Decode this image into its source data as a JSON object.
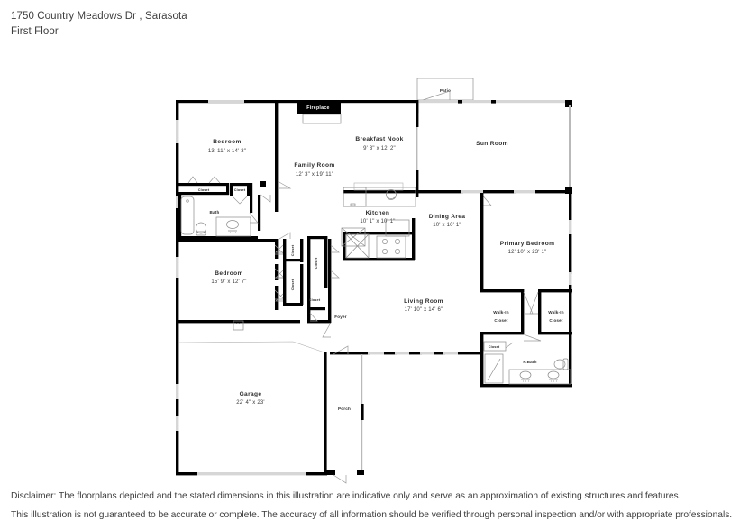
{
  "header": {
    "address": "1750 Country Meadows Dr , Sarasota",
    "floor": "First Floor"
  },
  "disclaimer": {
    "line1": "Disclaimer: The floorplans depicted and the stated dimensions in this illustration are indicative only and serve as an approximation of existing structures and features.",
    "line2": "This illustration is not guaranteed to be accurate or complete. The accuracy of all information should be verified through personal inspection and/or with appropriate professionals."
  },
  "colors": {
    "wall": "#000000",
    "text": "#3a3a3a",
    "fixture": "#8a8a8a",
    "background": "#ffffff"
  },
  "floorplan": {
    "title": "First Floor Plan",
    "rooms": [
      {
        "id": "bedroom-1",
        "name": "Bedroom",
        "dimensions": "13' 11\" x 14' 3\""
      },
      {
        "id": "family-room",
        "name": "Family Room",
        "dimensions": "12' 3\" x 19' 11\""
      },
      {
        "id": "breakfast-nook",
        "name": "Breakfast Nook",
        "dimensions": "9' 3\" x 12' 2\""
      },
      {
        "id": "sun-room",
        "name": "Sun Room",
        "dimensions": ""
      },
      {
        "id": "kitchen",
        "name": "Kitchen",
        "dimensions": "10' 1\" x 10' 1\""
      },
      {
        "id": "dining-area",
        "name": "Dining Area",
        "dimensions": "10' x 10' 1\""
      },
      {
        "id": "primary-bedroom",
        "name": "Primary Bedroom",
        "dimensions": "12' 10\" x 23' 1\""
      },
      {
        "id": "bedroom-2",
        "name": "Bedroom",
        "dimensions": "15' 9\" x 12' 7\""
      },
      {
        "id": "living-room",
        "name": "Living Room",
        "dimensions": "17' 10\" x 14' 6\""
      },
      {
        "id": "garage",
        "name": "Garage",
        "dimensions": "22' 4\" x 23'"
      },
      {
        "id": "bath",
        "name": "Bath",
        "dimensions": ""
      },
      {
        "id": "primary-bath",
        "name": "P.Bath",
        "dimensions": ""
      },
      {
        "id": "foyer",
        "name": "Foyer",
        "dimensions": ""
      },
      {
        "id": "porch",
        "name": "Porch",
        "dimensions": ""
      },
      {
        "id": "patio",
        "name": "Patio",
        "dimensions": ""
      },
      {
        "id": "fireplace",
        "name": "Fireplace",
        "dimensions": ""
      },
      {
        "id": "walk-in-closet-1",
        "name": "Walk-In",
        "dimensions": "Closet"
      },
      {
        "id": "walk-in-closet-2",
        "name": "Walk-In",
        "dimensions": "Closet"
      }
    ],
    "closets": [
      {
        "id": "closet-bedroom1",
        "label": "Closet"
      },
      {
        "id": "closet-hall-small",
        "label": "Closet"
      },
      {
        "id": "closet-mid-1",
        "label": "Closet"
      },
      {
        "id": "closet-mid-2",
        "label": "Closet"
      },
      {
        "id": "closet-mid-3",
        "label": "Closet"
      },
      {
        "id": "closet-mid-4",
        "label": "Closet"
      },
      {
        "id": "closet-foyer",
        "label": "Closet"
      },
      {
        "id": "closet-pbath",
        "label": "Closet"
      }
    ]
  }
}
